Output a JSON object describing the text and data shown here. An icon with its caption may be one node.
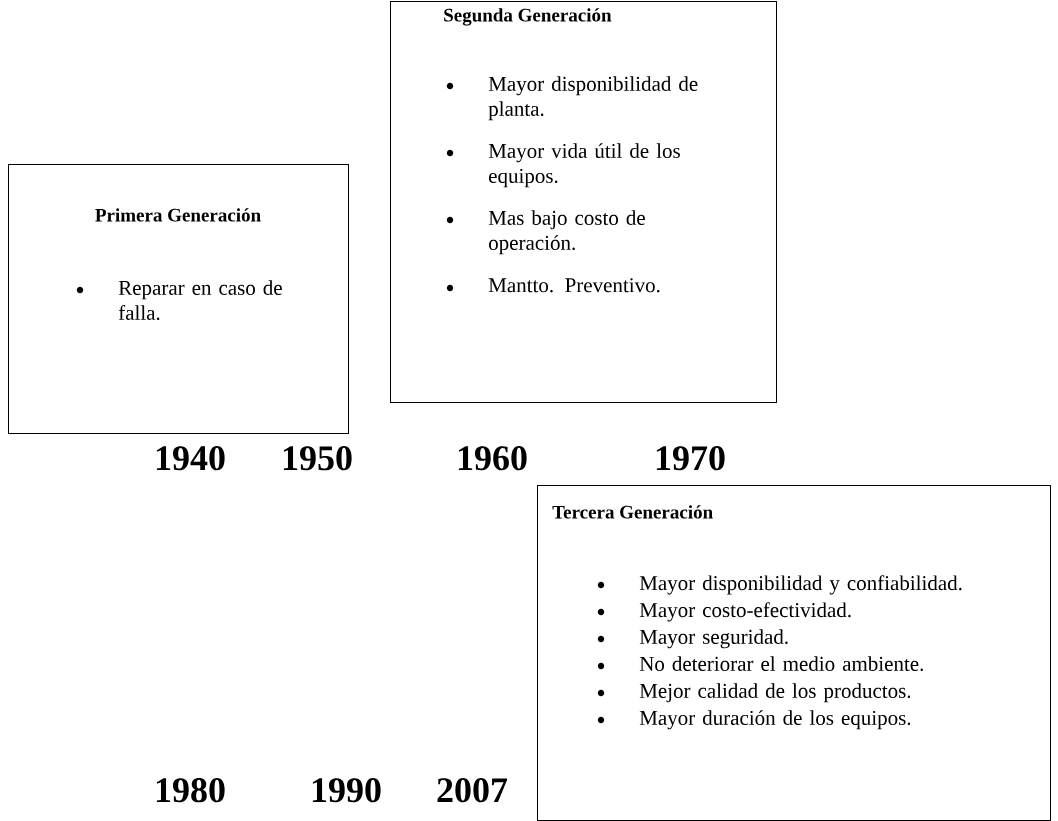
{
  "diagram": {
    "nodes": [
      {
        "text": [
          "Primera Generación",
          "Reparar en caso de falla."
        ]
      },
      {
        "text": [
          "Segunda Generación",
          "Mayor disponibilidad de planta.",
          "Mayor vida útil de los equipos.",
          "Mas bajo costo de operación.",
          "Mantto. Preventivo."
        ]
      },
      {
        "text": [
          "Tercera Generación",
          "Mayor disponibilidad y confiabilidad.",
          "Mayor costo-efectividad.",
          "Mayor seguridad.",
          "No deteriorar el medio ambiente.",
          "Mejor calidad de los productos.",
          "Mayor duración de los equipos."
        ]
      }
    ],
    "labels": [
      "1940",
      "1950",
      "1960",
      "1970",
      "1980",
      "1990",
      "2007"
    ]
  }
}
